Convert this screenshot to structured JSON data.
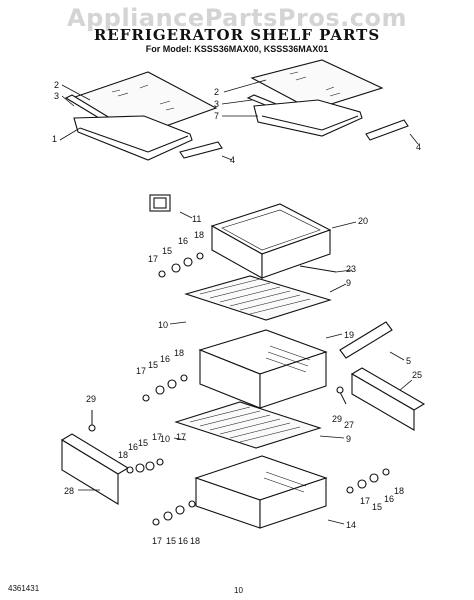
{
  "watermark": "AppliancePartsPros.com",
  "title": "REFRIGERATOR SHELF PARTS",
  "subtitle": "For Model: KSSS36MAX00, KSSS36MAX01",
  "footer": {
    "doc_number": "4361431",
    "page_number": "10"
  },
  "callouts": {
    "c1": "1",
    "c2a": "2",
    "c2b": "2",
    "c3a": "3",
    "c3b": "3",
    "c4a": "4",
    "c4b": "4",
    "c5": "5",
    "c7": "7",
    "c9a": "9",
    "c9b": "9",
    "c10a": "10",
    "c10b": "10",
    "c11": "11",
    "c14": "14",
    "c15a": "15",
    "c15b": "15",
    "c15c": "15",
    "c15d": "15",
    "c15e": "15",
    "c16a": "16",
    "c16b": "16",
    "c16c": "16",
    "c16d": "16",
    "c16e": "16",
    "c17a": "17",
    "c17b": "17",
    "c17c": "17",
    "c17d": "17",
    "c17e": "17",
    "c17f": "17",
    "c18a": "18",
    "c18b": "18",
    "c18c": "18",
    "c18d": "18",
    "c18e": "18",
    "c19": "19",
    "c20": "20",
    "c23": "23",
    "c25": "25",
    "c27": "27",
    "c28": "28",
    "c29a": "29",
    "c29b": "29"
  }
}
